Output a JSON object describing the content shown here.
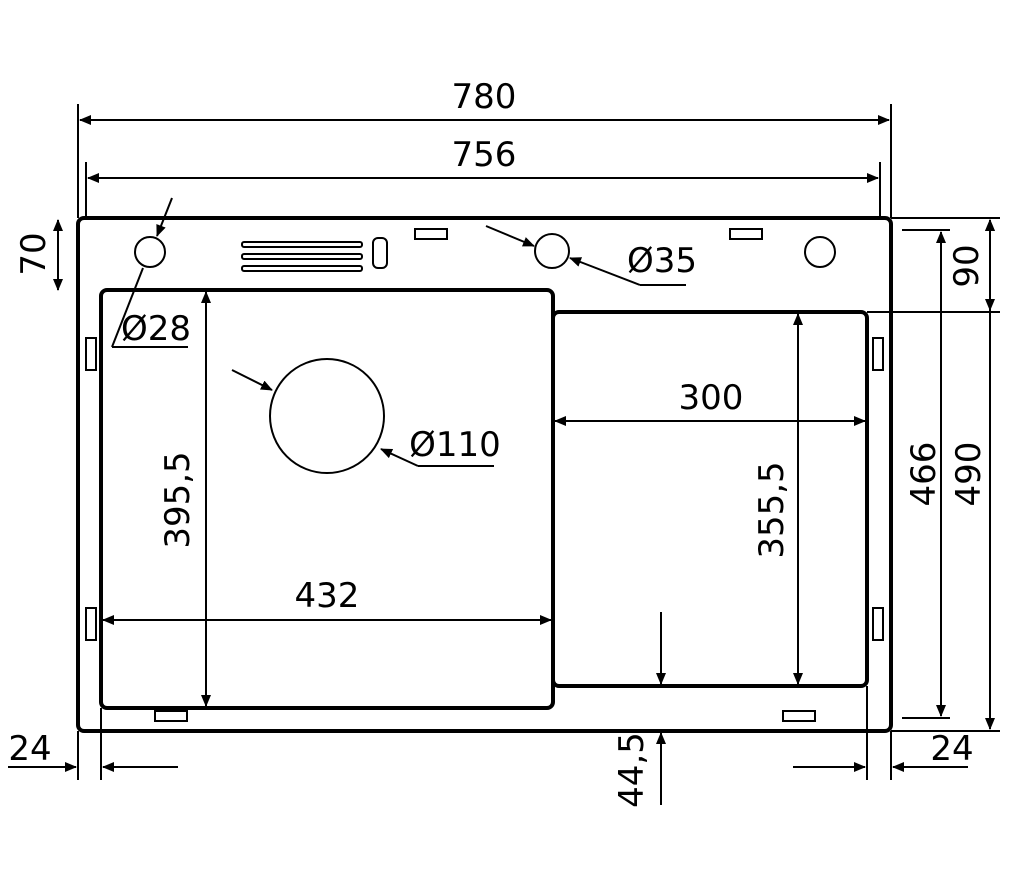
{
  "dimensions": {
    "overall_width": "780",
    "inner_width": "756",
    "left_bowl_width": "432",
    "right_bowl_width": "300",
    "left_bowl_depth": "395,5",
    "right_bowl_depth": "355,5",
    "overall_depth": "490",
    "inner_depth": "466",
    "deck_depth_left": "70",
    "deck_depth_right": "90",
    "offset_bottom": "44,5",
    "margin_left": "24",
    "margin_right": "24"
  },
  "holes": {
    "tap_hole_small": "Ø28",
    "tap_hole_medium": "Ø35",
    "drain": "Ø110"
  },
  "colors": {
    "line": "#000000",
    "background": "#ffffff"
  }
}
